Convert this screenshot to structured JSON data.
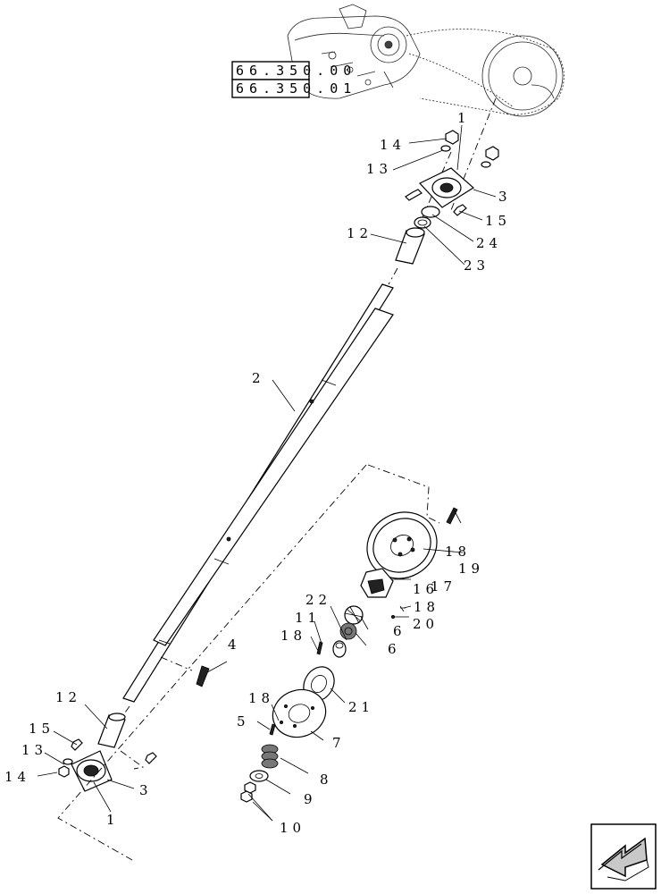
{
  "references": [
    "66.350.00",
    "66.350.01"
  ],
  "callouts": {
    "c1_top": "1",
    "c14_top": "14",
    "c13_top": "13",
    "c3_top": "3",
    "c15_top": "15",
    "c12_top": "12",
    "c24": "24",
    "c23": "23",
    "c2": "2",
    "c18_top": "18",
    "c19": "19",
    "c16": "16",
    "c17": "17",
    "c18_mid": "18",
    "c20": "20",
    "c22": "22",
    "c11": "11",
    "c18_left": "18",
    "c6_a": "6",
    "c6_b": "6",
    "c4": "4",
    "c12_bot": "12",
    "c18_low": "18",
    "c21": "21",
    "c5": "5",
    "c15_bot": "15",
    "c7": "7",
    "c13_bot": "13",
    "c14_bot": "14",
    "c8": "8",
    "c3_bot": "3",
    "c9": "9",
    "c1_bot": "1",
    "c10": "10"
  },
  "nav": {
    "icon": "previous-page-arrow-icon"
  }
}
